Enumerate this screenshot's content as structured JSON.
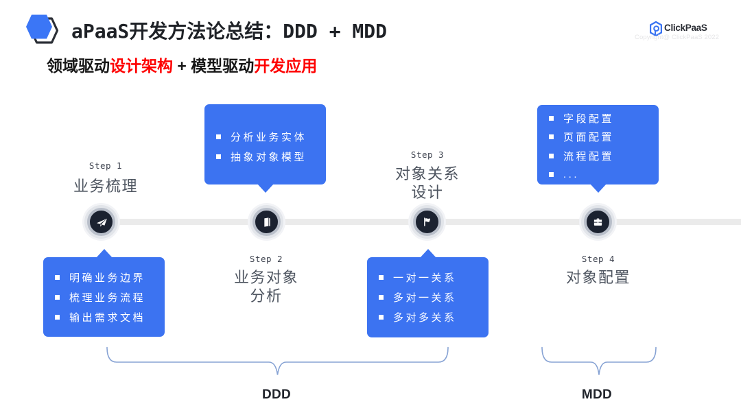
{
  "header": {
    "title": "aPaaS开发方法论总结：DDD + MDD",
    "logo": {
      "brand": "ClickPaaS",
      "copyright": "Copyright@ ClickPaaS 2022"
    }
  },
  "subtitle": {
    "parts": [
      {
        "text": "领域驱动",
        "emphasis": false
      },
      {
        "text": "设计架构",
        "emphasis": true
      },
      {
        "text": " + 模型驱动",
        "emphasis": false
      },
      {
        "text": "开发应用",
        "emphasis": true
      }
    ]
  },
  "steps": [
    {
      "label": "Step 1",
      "title_lines": [
        "业务梳理"
      ],
      "icon": "paper-plane-icon",
      "items": [
        "明确业务边界",
        "梳理业务流程",
        "输出需求文档"
      ]
    },
    {
      "label": "Step 2",
      "title_lines": [
        "业务对象",
        "分析"
      ],
      "icon": "book-icon",
      "items": [
        "分析业务实体",
        "抽象对象模型"
      ]
    },
    {
      "label": "Step 3",
      "title_lines": [
        "对象关系",
        "设计"
      ],
      "icon": "flag-icon",
      "items": [
        "一对一关系",
        "多对一关系",
        "多对多关系"
      ]
    },
    {
      "label": "Step 4",
      "title_lines": [
        "对象配置"
      ],
      "icon": "briefcase-icon",
      "items": [
        "字段配置",
        "页面配置",
        "流程配置",
        "..."
      ]
    }
  ],
  "groups": [
    {
      "label": "DDD"
    },
    {
      "label": "MDD"
    }
  ],
  "colors": {
    "accent_blue": "#3c73f1",
    "emphasis_red": "#fe0000",
    "node_dark": "#1b2230",
    "timeline_gray": "#ebebeb",
    "brace_blue": "#87a3d4"
  }
}
